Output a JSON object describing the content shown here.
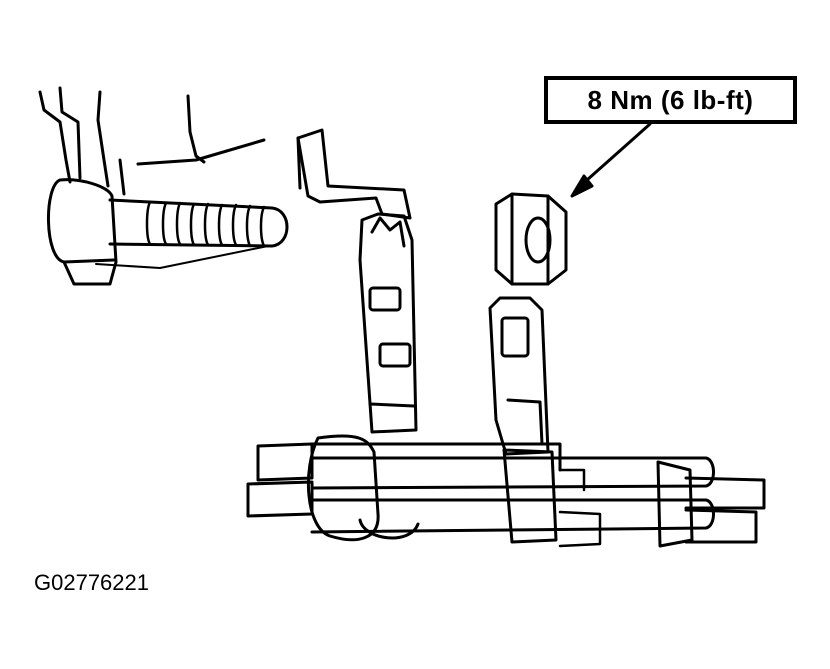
{
  "callout": {
    "torque_spec": "8 Nm (6 lb-ft)"
  },
  "figure": {
    "id": "G02776221"
  },
  "colors": {
    "ink": "#000000",
    "paper": "#ffffff"
  },
  "parts": [
    "bolt",
    "nut",
    "bracket",
    "pipe-assembly"
  ]
}
